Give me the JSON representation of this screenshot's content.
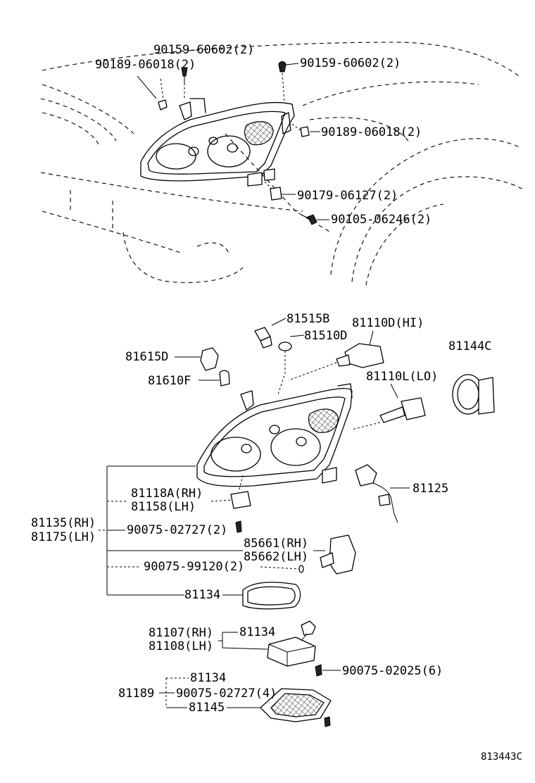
{
  "labels": {
    "p_90159_60602_a": "90159-60602(2)",
    "p_90189_06018_a": "90189-06018(2)",
    "p_90159_60602_b": "90159-60602(2)",
    "p_90189_06018_b": "90189-06018(2)",
    "p_90179_06127": "90179-06127(2)",
    "p_90105_06246": "90105-06246(2)",
    "p_81515B": "81515B",
    "p_81510D": "81510D",
    "p_81110D": "81110D(HI)",
    "p_81144C": "81144C",
    "p_81615D": "81615D",
    "p_81610F": "81610F",
    "p_81110L": "81110L(LO)",
    "p_81118A": "81118A(RH)",
    "p_81158": "81158(LH)",
    "p_81135": "81135(RH)",
    "p_81175": "81175(LH)",
    "p_90075_02727_2": "90075-02727(2)",
    "p_85661": "85661(RH)",
    "p_85662": "85662(LH)",
    "p_81125": "81125",
    "p_90075_99120": "90075-99120(2)",
    "p_81134_a": "81134",
    "p_81107": "81107(RH)",
    "p_81108": "81108(LH)",
    "p_81134_b": "81134",
    "p_90075_02025": "90075-02025(6)",
    "p_81189": "81189",
    "p_81134_c": "81134",
    "p_90075_02727_4": "90075-02727(4)",
    "p_81145": "81145"
  },
  "diagram_ref": "813443C"
}
